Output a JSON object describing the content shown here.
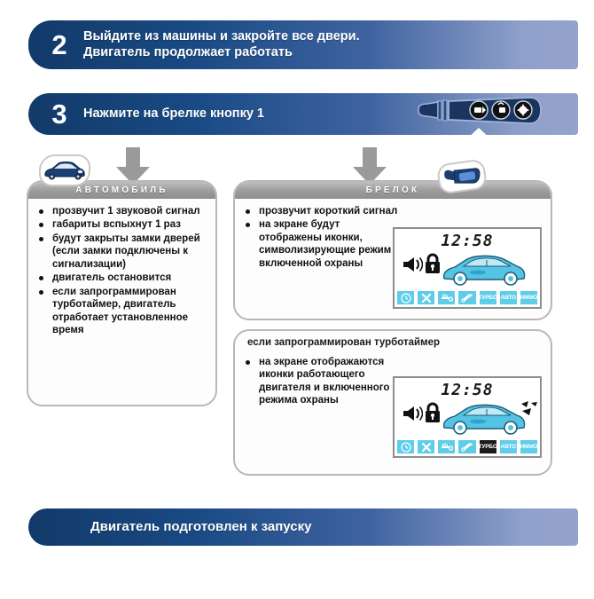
{
  "document": {
    "language": "ru",
    "type": "car-alarm-remote-start-instructions"
  },
  "colors": {
    "banner_dark": "#123a69",
    "banner_light": "#94a3cc",
    "panel_header_gray": "#9d9d9d",
    "arrow_gray": "#9a9a9a",
    "lcd_cyan": "#5ecdea",
    "lcd_car_blue": "#4fc0e0",
    "badge_car_blue": "#1c3f73"
  },
  "steps": [
    {
      "number": "2",
      "text_line1": "Выйдите из машины и закройте все двери.",
      "text_line2": "Двигатель продолжает работать"
    },
    {
      "number": "3",
      "text_line1": "Нажмите на брелке кнопку 1",
      "text_line2": "",
      "fob": {
        "buttons": [
          {
            "name": "button-1",
            "icon": "lock-arrow-icon"
          },
          {
            "name": "button-2",
            "icon": "unlock-arrow-icon"
          },
          {
            "name": "button-3",
            "icon": "star-burst-icon"
          }
        ],
        "pointer": "up-arrow-to-button-1"
      }
    }
  ],
  "panels": {
    "car": {
      "header": "АВТОМОБИЛЬ",
      "badge_icon": "car-icon",
      "arrow_icon": "down-arrow-icon",
      "items": [
        "прозвучит 1 звуковой сигнал",
        "габариты вспыхнут 1 раз",
        "будут закрыты замки дверей (если замки подключены к сигнализации)",
        "двигатель остановится",
        "если запрограммирован турботаймер, двигатель отработает установленное время"
      ]
    },
    "fob": {
      "header": "БРЕЛОК",
      "badge_icon": "key-fob-icon",
      "arrow_icon": "down-arrow-icon",
      "items": [
        "прозвучит короткий сигнал",
        "на экране будут отображены иконки, символизирующие режим включенной охраны"
      ],
      "lcd": {
        "time": "12:58",
        "icons": [
          "speaker-icon",
          "closed-lock-icon",
          "car-icon"
        ],
        "exhaust": false,
        "strip": [
          {
            "label": "",
            "icon": "clock-icon",
            "active": false
          },
          {
            "label": "",
            "icon": "fan-icon",
            "active": false
          },
          {
            "label": "",
            "icon": "temperature-icon",
            "active": false
          },
          {
            "label": "",
            "icon": "wrench-icon",
            "active": false
          },
          {
            "label": "ТУРБО",
            "icon": "turbo-label",
            "active": false
          },
          {
            "label": "АВТО",
            "icon": "auto-label",
            "active": false
          },
          {
            "label": "ИММО",
            "icon": "immo-label",
            "active": false
          }
        ]
      }
    },
    "turbo": {
      "subheader": "если запрограммирован турботаймер",
      "items": [
        "на экране отображаются иконки работающего двигателя и включенного режима охраны"
      ],
      "lcd": {
        "time": "12:58",
        "icons": [
          "speaker-icon",
          "closed-lock-icon",
          "car-icon",
          "exhaust-icon"
        ],
        "exhaust": true,
        "strip": [
          {
            "label": "",
            "icon": "clock-icon",
            "active": false
          },
          {
            "label": "",
            "icon": "fan-icon",
            "active": false
          },
          {
            "label": "",
            "icon": "temperature-icon",
            "active": false
          },
          {
            "label": "",
            "icon": "wrench-icon",
            "active": false
          },
          {
            "label": "ТУРБО",
            "icon": "turbo-label",
            "active": true
          },
          {
            "label": "АВТО",
            "icon": "auto-label",
            "active": false
          },
          {
            "label": "ИММО",
            "icon": "immo-label",
            "active": false
          }
        ]
      }
    }
  },
  "final_banner": {
    "text": "Двигатель подготовлен к запуску"
  }
}
